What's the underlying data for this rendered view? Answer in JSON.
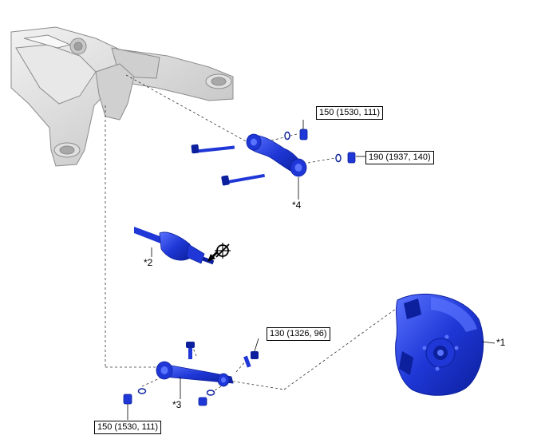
{
  "torques": {
    "upper_nut": "150 (1530, 111)",
    "upper_bolt": "190 (1937, 140)",
    "lower_bolt": "130 (1326, 96)",
    "lower_nut": "150 (1530, 111)"
  },
  "callouts": {
    "knuckle": "*1",
    "driveshaft": "*2",
    "lower_arm": "*3",
    "upper_arm": "*4"
  },
  "colors": {
    "part": "#1f37d6",
    "part_dark": "#0c1f9c",
    "part_light": "#5a73ff",
    "frame": "#d9d9d9",
    "frame_line": "#8c8c8c"
  },
  "icons": {
    "driveshaft_symbol": "no-reuse-icon"
  }
}
